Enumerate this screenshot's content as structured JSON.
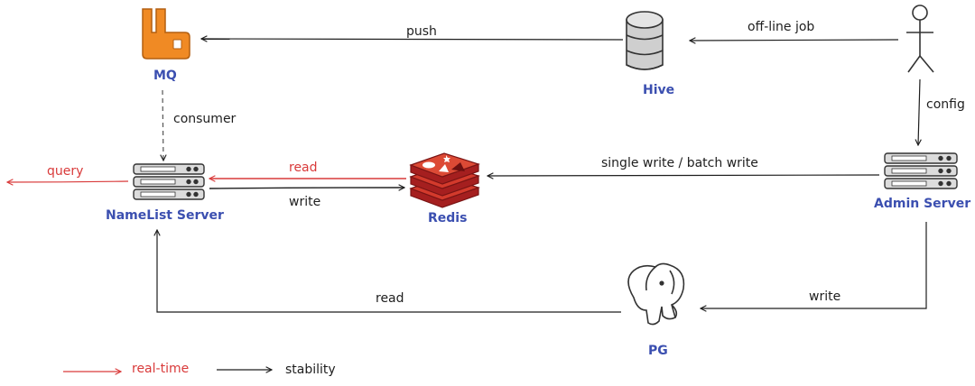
{
  "nodes": {
    "mq": "MQ",
    "hive": "Hive",
    "namelist": "NameList Server",
    "redis": "Redis",
    "admin": "Admin Server",
    "pg": "PG"
  },
  "edges": {
    "push": "push",
    "offline": "off-line job",
    "consumer": "consumer",
    "config": "config",
    "query": "query",
    "read_redis": "read",
    "write_redis": "write",
    "admin_write": "single write / batch write",
    "pg_write": "write",
    "pg_read": "read"
  },
  "legend": {
    "realtime": "real-time",
    "stability": "stability"
  },
  "colors": {
    "realtime": "#d93a3a",
    "stability": "#1e1e1e",
    "label": "#3b4fb0",
    "mq_fill": "#f08a24",
    "redis_fill": "#c92a2a"
  },
  "icons": {
    "mq": "rabbitmq-logo-icon",
    "hive": "database-icon",
    "person": "person-icon",
    "namelist": "server-rack-icon",
    "admin": "server-rack-icon",
    "redis": "redis-logo-icon",
    "pg": "postgresql-elephant-icon"
  }
}
